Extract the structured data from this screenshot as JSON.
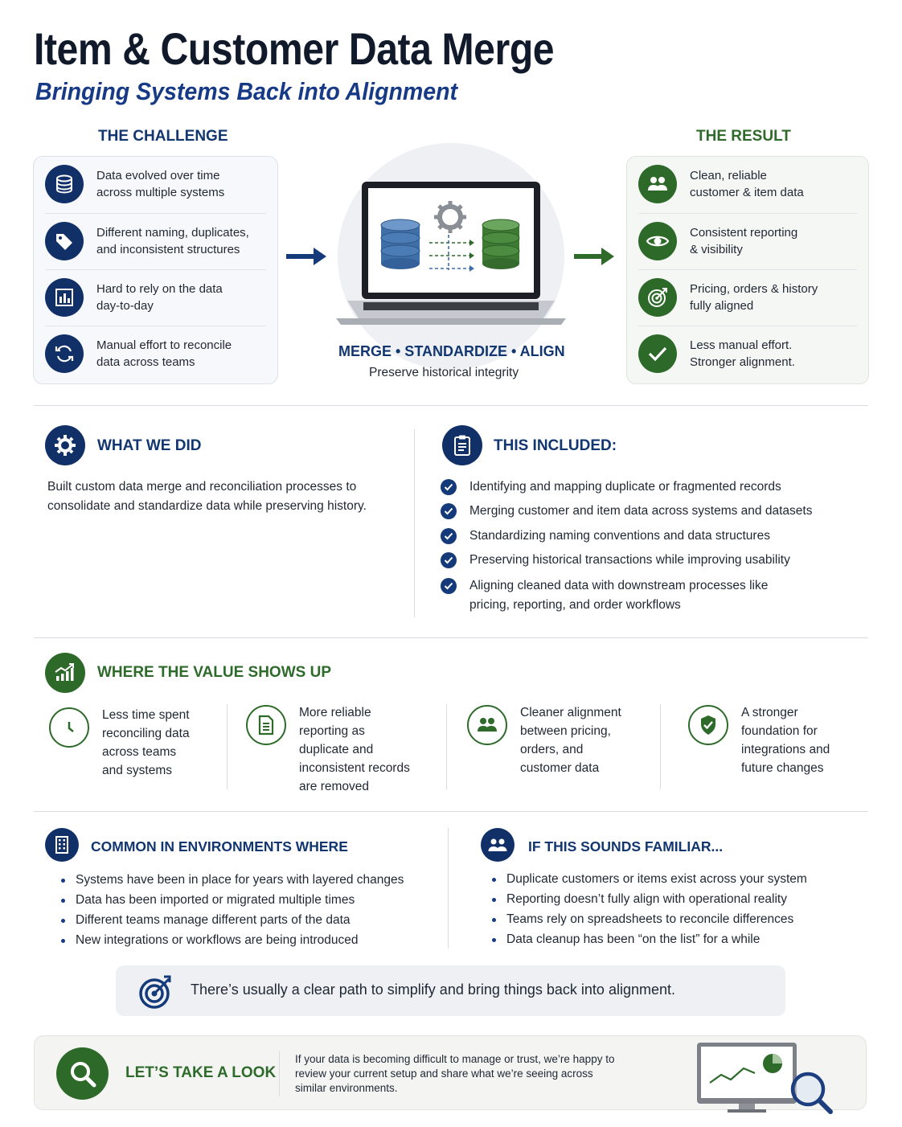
{
  "header": {
    "title": "Item & Customer Data Merge",
    "subtitle": "Bringing Systems Back into Alignment"
  },
  "challenge": {
    "heading": "THE CHALLENGE",
    "items": [
      {
        "icon": "database-icon",
        "l1": "Data evolved over time",
        "l2": "across multiple systems"
      },
      {
        "icon": "tag-icon",
        "l1": "Different naming, duplicates,",
        "l2": "and inconsistent structures"
      },
      {
        "icon": "bar-chart-icon",
        "l1": "Hard to rely on the data",
        "l2": "day-to-day"
      },
      {
        "icon": "sync-icon",
        "l1": "Manual effort to reconcile",
        "l2": "data across teams"
      }
    ]
  },
  "center": {
    "tagline": "MERGE • STANDARDIZE • ALIGN",
    "caption": "Preserve historical integrity"
  },
  "result": {
    "heading": "THE RESULT",
    "items": [
      {
        "icon": "users-icon",
        "l1": "Clean, reliable",
        "l2": "customer & item data"
      },
      {
        "icon": "eye-icon",
        "l1": "Consistent reporting",
        "l2": "& visibility"
      },
      {
        "icon": "target-icon",
        "l1": "Pricing, orders & history",
        "l2": "fully aligned"
      },
      {
        "icon": "check-icon",
        "l1": "Less manual effort.",
        "l2": "Stronger alignment."
      }
    ]
  },
  "what_we_did": {
    "heading": "WHAT WE DID",
    "l1": "Built custom data merge and reconciliation processes to",
    "l2": "consolidate and standardize data while preserving history."
  },
  "included": {
    "heading": "THIS INCLUDED:",
    "items": [
      {
        "l1": "Identifying and mapping duplicate or fragmented records",
        "l2": ""
      },
      {
        "l1": "Merging customer and item data across systems and datasets",
        "l2": ""
      },
      {
        "l1": "Standardizing naming conventions and data structures",
        "l2": ""
      },
      {
        "l1": "Preserving historical transactions while improving usability",
        "l2": ""
      },
      {
        "l1": "Aligning cleaned data with downstream processes like",
        "l2": "pricing, reporting, and order workflows"
      }
    ]
  },
  "value": {
    "heading": "WHERE THE VALUE SHOWS UP",
    "items": [
      {
        "icon": "clock-icon",
        "lines": [
          "Less time spent",
          "reconciling data",
          "across teams",
          "and systems"
        ]
      },
      {
        "icon": "document-icon",
        "lines": [
          "More reliable",
          "reporting as",
          "duplicate and",
          "inconsistent records",
          "are removed"
        ]
      },
      {
        "icon": "people-icon",
        "lines": [
          "Cleaner alignment",
          "between pricing,",
          "orders, and",
          "customer data"
        ]
      },
      {
        "icon": "shield-check-icon",
        "lines": [
          "A stronger",
          "foundation for",
          "integrations and",
          "future changes"
        ]
      }
    ]
  },
  "environments": {
    "heading": "COMMON IN ENVIRONMENTS WHERE",
    "items": [
      "Systems have been in place for years with layered changes",
      "Data has been imported or migrated multiple times",
      "Different teams manage different parts of the data",
      "New integrations or workflows are being introduced"
    ]
  },
  "familiar": {
    "heading": "IF THIS SOUNDS FAMILIAR...",
    "items": [
      "Duplicate customers or items exist across your system",
      "Reporting doesn’t fully align with operational reality",
      "Teams rely on spreadsheets to reconcile differences",
      "Data cleanup has been “on the list” for a while"
    ]
  },
  "banner": {
    "text": "There’s usually a clear path to simplify and bring things back into alignment."
  },
  "cta": {
    "heading": "LET’S TAKE A LOOK",
    "l1": "If your data is becoming difficult to manage or trust, we’re happy to",
    "l2": "review your current setup and share what we’re seeing across",
    "l3": "similar environments."
  },
  "colors": {
    "navy": "#123670",
    "green": "#2e6b2b"
  }
}
